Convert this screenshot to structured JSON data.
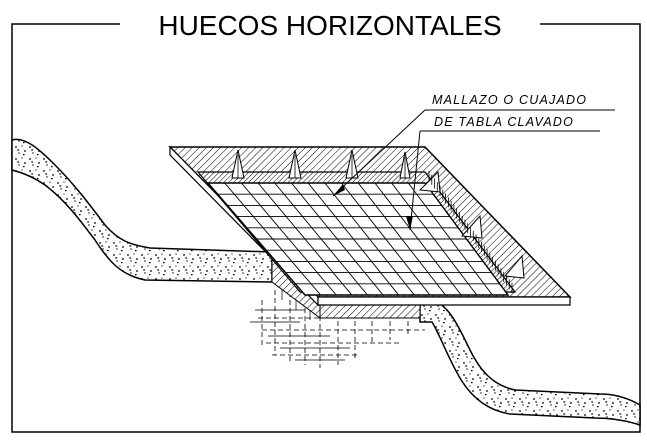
{
  "title": "HUECOS HORIZONTALES",
  "annotation": {
    "line1": "MALLAZO O CUAJADO",
    "line2": "DE TABLA CLAVADO"
  },
  "colors": {
    "line": "#000000",
    "background": "#ffffff"
  }
}
